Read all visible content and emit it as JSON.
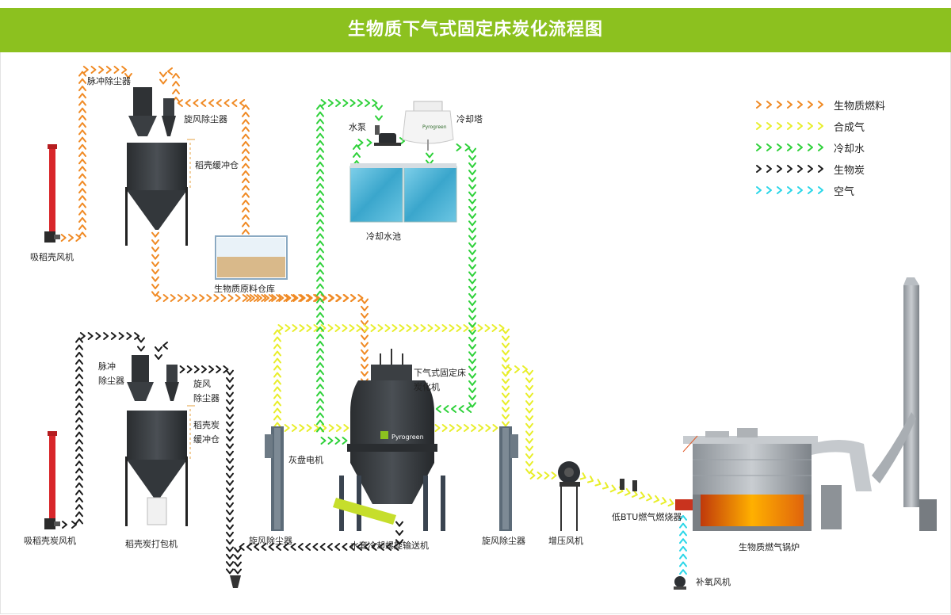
{
  "title": "生物质下气式固定床炭化流程图",
  "legend": [
    {
      "label": "生物质燃料",
      "color": "#f08a24"
    },
    {
      "label": "合成气",
      "color": "#e8ee2a"
    },
    {
      "label": "冷却水",
      "color": "#2ed13a"
    },
    {
      "label": "生物炭",
      "color": "#1a1a1a"
    },
    {
      "label": "空气",
      "color": "#29d6e8"
    }
  ],
  "labels": {
    "pulse_dust_1": "脉冲除尘器",
    "cyclone_1": "旋风除尘器",
    "buffer_1": "稻壳缓冲仓",
    "fan_husk": "吸稻壳风机",
    "raw_storage": "生物质原料仓库",
    "pump": "水泵",
    "cooling_tower": "冷却塔",
    "cooling_pool": "冷却水池",
    "pulse_dust_2a": "脉冲",
    "pulse_dust_2b": "除尘器",
    "cyclone_2a": "旋风",
    "cyclone_2b": "除尘器",
    "buffer_2a": "稻壳炭",
    "buffer_2b": "缓冲仓",
    "fan_char": "吸稻壳炭风机",
    "packer": "稻壳炭打包机",
    "ash_motor": "灰盘电机",
    "reactor_a": "下气式固定床",
    "reactor_b": "炭化机",
    "cyclone_left": "旋风除尘器",
    "screw_conveyor": "水套冷却螺旋输送机",
    "cyclone_right": "旋风除尘器",
    "booster_fan": "增压风机",
    "burner": "低BTU燃气燃烧器",
    "boiler": "生物质燃气锅炉",
    "oxygen_fan": "补氧风机",
    "brand": "Pyrogreen",
    "tower_brand": "Pyrogreen"
  }
}
